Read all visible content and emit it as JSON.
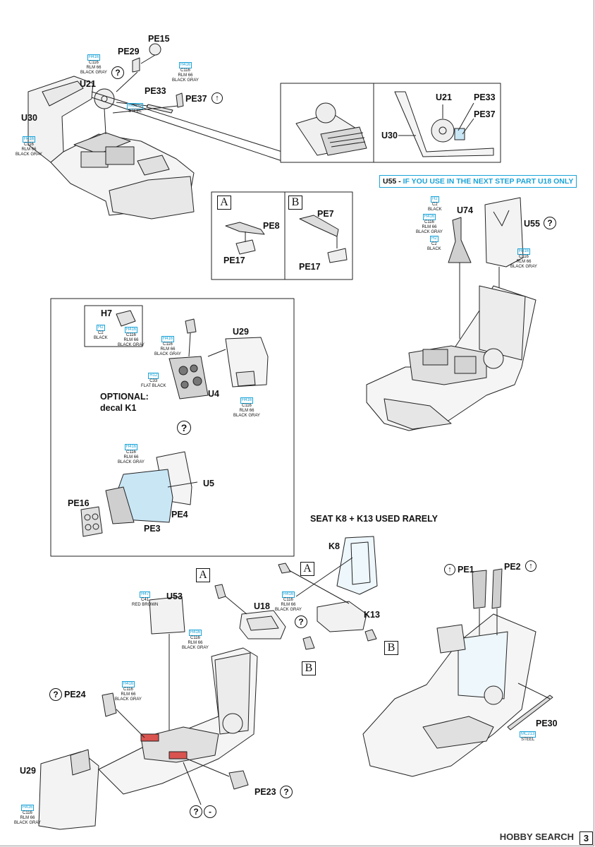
{
  "paints": {
    "h416_c116": {
      "code": "H416",
      "line1": "C116",
      "line2": "RLM 66",
      "line3": "BLACK GRAY"
    },
    "h2_c2": {
      "code": "H2",
      "line1": "C2",
      "line2": "BLACK"
    },
    "h12_c33": {
      "code": "H12",
      "line1": "C33",
      "line2": "FLAT BLACK"
    },
    "h47_c41": {
      "code": "H47",
      "line1": "C41",
      "line2": "RED BROWN"
    },
    "mc213": {
      "code": "MC213",
      "line1": "STEEL"
    }
  },
  "step1": {
    "pe15": "PE15",
    "pe29": "PE29",
    "u21": "U21",
    "pe33": "PE33",
    "pe37": "PE37",
    "u30": "U30"
  },
  "detail": {
    "u21": "U21",
    "pe33": "PE33",
    "pe37": "PE37",
    "u30": "U30"
  },
  "note_u55": {
    "prefix": "U55 - ",
    "text": "IF YOU USE IN THE NEXT STEP PART U18 ONLY"
  },
  "variant_box": {
    "a": "A",
    "b": "B",
    "pe8": "PE8",
    "pe17a": "PE17",
    "pe7": "PE7",
    "pe17b": "PE17"
  },
  "seat_right": {
    "u74": "U74",
    "u55": "U55"
  },
  "panel": {
    "h7": "H7",
    "u29": "U29",
    "u4": "U4",
    "optional": "OPTIONAL:",
    "decal": "decal K1",
    "u5": "U5",
    "pe16": "PE16",
    "pe4": "PE4",
    "pe3": "PE3"
  },
  "bottom": {
    "seat_note": "SEAT K8 + K13 USED RARELY",
    "k8": "K8",
    "k13": "K13",
    "u18": "U18",
    "u53": "U53",
    "a": "A",
    "b": "B",
    "pe24": "PE24",
    "u29": "U29",
    "pe23": "PE23",
    "pe1": "PE1",
    "pe2": "PE2",
    "pe30": "PE30"
  },
  "icons": {
    "question": "?",
    "flip": "↑",
    "remove": "-"
  },
  "footer": {
    "watermark": "HOBBY SEARCH",
    "page": "3"
  },
  "colors": {
    "paint_blue": "#1aa3d8",
    "part_red": "#d9534f",
    "highlight_blue": "#c9e6f5"
  }
}
